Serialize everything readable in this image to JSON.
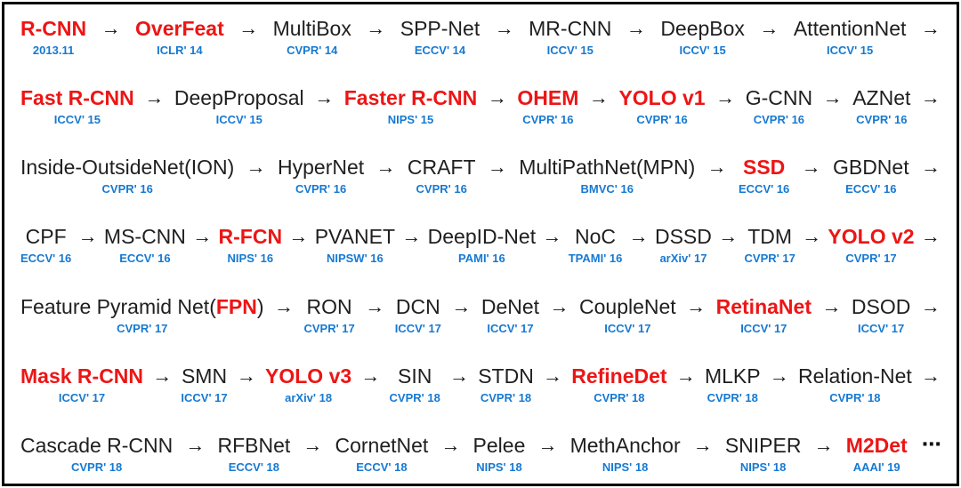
{
  "colors": {
    "highlight_red": "#ed1515",
    "venue_blue": "#1679d2",
    "text_black": "#1f1f1f",
    "frame_border": "#000000"
  },
  "arrow_icon": "→",
  "ellipsis_icon": "⋯",
  "rows": [
    {
      "nodes": [
        {
          "parts": [
            {
              "t": "R-CNN",
              "red": true
            }
          ],
          "venue": "2013.11",
          "arrow": true
        },
        {
          "parts": [
            {
              "t": "OverFeat",
              "red": true
            }
          ],
          "venue": "ICLR' 14",
          "arrow": true
        },
        {
          "parts": [
            {
              "t": "MultiBox"
            }
          ],
          "venue": "CVPR' 14",
          "arrow": true
        },
        {
          "parts": [
            {
              "t": "SPP-Net"
            }
          ],
          "venue": "ECCV' 14",
          "arrow": true
        },
        {
          "parts": [
            {
              "t": "MR-CNN"
            }
          ],
          "venue": "ICCV' 15",
          "arrow": true
        },
        {
          "parts": [
            {
              "t": "DeepBox"
            }
          ],
          "venue": "ICCV' 15",
          "arrow": true
        },
        {
          "parts": [
            {
              "t": "AttentionNet"
            }
          ],
          "venue": "ICCV' 15",
          "arrow": true
        }
      ]
    },
    {
      "nodes": [
        {
          "parts": [
            {
              "t": "Fast R-CNN",
              "red": true
            }
          ],
          "venue": "ICCV' 15",
          "arrow": true
        },
        {
          "parts": [
            {
              "t": "DeepProposal"
            }
          ],
          "venue": "ICCV' 15",
          "arrow": true
        },
        {
          "parts": [
            {
              "t": "Faster R-CNN",
              "red": true
            }
          ],
          "venue": "NIPS' 15",
          "arrow": true
        },
        {
          "parts": [
            {
              "t": "OHEM",
              "red": true
            }
          ],
          "venue": "CVPR' 16",
          "arrow": true
        },
        {
          "parts": [
            {
              "t": "YOLO v1",
              "red": true
            }
          ],
          "venue": "CVPR' 16",
          "arrow": true
        },
        {
          "parts": [
            {
              "t": "G-CNN"
            }
          ],
          "venue": "CVPR' 16",
          "arrow": true
        },
        {
          "parts": [
            {
              "t": "AZNet"
            }
          ],
          "venue": "CVPR' 16",
          "arrow": true
        }
      ]
    },
    {
      "nodes": [
        {
          "parts": [
            {
              "t": "Inside-OutsideNet(ION)"
            }
          ],
          "venue": "CVPR' 16",
          "arrow": true
        },
        {
          "parts": [
            {
              "t": "HyperNet"
            }
          ],
          "venue": "CVPR' 16",
          "arrow": true
        },
        {
          "parts": [
            {
              "t": "CRAFT"
            }
          ],
          "venue": "CVPR' 16",
          "arrow": true
        },
        {
          "parts": [
            {
              "t": "MultiPathNet(MPN)"
            }
          ],
          "venue": "BMVC' 16",
          "arrow": true
        },
        {
          "parts": [
            {
              "t": "SSD",
              "red": true
            }
          ],
          "venue": "ECCV' 16",
          "arrow": true
        },
        {
          "parts": [
            {
              "t": "GBDNet"
            }
          ],
          "venue": "ECCV' 16",
          "arrow": true
        }
      ]
    },
    {
      "nodes": [
        {
          "parts": [
            {
              "t": "CPF"
            }
          ],
          "venue": "ECCV' 16",
          "arrow": true
        },
        {
          "parts": [
            {
              "t": "MS-CNN"
            }
          ],
          "venue": "ECCV' 16",
          "arrow": true
        },
        {
          "parts": [
            {
              "t": "R-FCN",
              "red": true
            }
          ],
          "venue": "NIPS' 16",
          "arrow": true
        },
        {
          "parts": [
            {
              "t": "PVANET"
            }
          ],
          "venue": "NIPSW' 16",
          "arrow": true
        },
        {
          "parts": [
            {
              "t": "DeepID-Net"
            }
          ],
          "venue": "PAMI' 16",
          "arrow": true
        },
        {
          "parts": [
            {
              "t": "NoC"
            }
          ],
          "venue": "TPAMI' 16",
          "arrow": true
        },
        {
          "parts": [
            {
              "t": "DSSD"
            }
          ],
          "venue": "arXiv' 17",
          "arrow": true
        },
        {
          "parts": [
            {
              "t": "TDM"
            }
          ],
          "venue": "CVPR' 17",
          "arrow": true
        },
        {
          "parts": [
            {
              "t": "YOLO v2",
              "red": true
            }
          ],
          "venue": "CVPR' 17",
          "arrow": true
        }
      ]
    },
    {
      "nodes": [
        {
          "parts": [
            {
              "t": "Feature Pyramid Net("
            },
            {
              "t": "FPN",
              "red": true
            },
            {
              "t": ")"
            }
          ],
          "venue": "CVPR' 17",
          "arrow": true
        },
        {
          "parts": [
            {
              "t": "RON"
            }
          ],
          "venue": "CVPR' 17",
          "arrow": true
        },
        {
          "parts": [
            {
              "t": "DCN"
            }
          ],
          "venue": "ICCV' 17",
          "arrow": true
        },
        {
          "parts": [
            {
              "t": "DeNet"
            }
          ],
          "venue": "ICCV' 17",
          "arrow": true
        },
        {
          "parts": [
            {
              "t": "CoupleNet"
            }
          ],
          "venue": "ICCV' 17",
          "arrow": true
        },
        {
          "parts": [
            {
              "t": "RetinaNet",
              "red": true
            }
          ],
          "venue": "ICCV' 17",
          "arrow": true
        },
        {
          "parts": [
            {
              "t": "DSOD"
            }
          ],
          "venue": "ICCV' 17",
          "arrow": true
        }
      ]
    },
    {
      "nodes": [
        {
          "parts": [
            {
              "t": "Mask R-CNN",
              "red": true
            }
          ],
          "venue": "ICCV' 17",
          "arrow": true
        },
        {
          "parts": [
            {
              "t": "SMN"
            }
          ],
          "venue": "ICCV' 17",
          "arrow": true
        },
        {
          "parts": [
            {
              "t": "YOLO v3",
              "red": true
            }
          ],
          "venue": "arXiv' 18",
          "arrow": true
        },
        {
          "parts": [
            {
              "t": "SIN"
            }
          ],
          "venue": "CVPR' 18",
          "arrow": true
        },
        {
          "parts": [
            {
              "t": "STDN"
            }
          ],
          "venue": "CVPR' 18",
          "arrow": true
        },
        {
          "parts": [
            {
              "t": "RefineDet",
              "red": true
            }
          ],
          "venue": "CVPR' 18",
          "arrow": true
        },
        {
          "parts": [
            {
              "t": "MLKP"
            }
          ],
          "venue": "CVPR' 18",
          "arrow": true
        },
        {
          "parts": [
            {
              "t": "Relation-Net"
            }
          ],
          "venue": "CVPR' 18",
          "arrow": true
        }
      ]
    },
    {
      "nodes": [
        {
          "parts": [
            {
              "t": "Cascade R-CNN"
            }
          ],
          "venue": "CVPR' 18",
          "arrow": true
        },
        {
          "parts": [
            {
              "t": "RFBNet"
            }
          ],
          "venue": "ECCV' 18",
          "arrow": true
        },
        {
          "parts": [
            {
              "t": "CornetNet"
            }
          ],
          "venue": "ECCV' 18",
          "arrow": true
        },
        {
          "parts": [
            {
              "t": "Pelee"
            }
          ],
          "venue": "NIPS' 18",
          "arrow": true
        },
        {
          "parts": [
            {
              "t": "MethAnchor"
            }
          ],
          "venue": "NIPS' 18",
          "arrow": true
        },
        {
          "parts": [
            {
              "t": "SNIPER"
            }
          ],
          "venue": "NIPS' 18",
          "arrow": true
        },
        {
          "parts": [
            {
              "t": "M2Det",
              "red": true
            }
          ],
          "venue": "AAAI' 19",
          "arrow": false,
          "ellipsis_after": true
        }
      ]
    }
  ]
}
